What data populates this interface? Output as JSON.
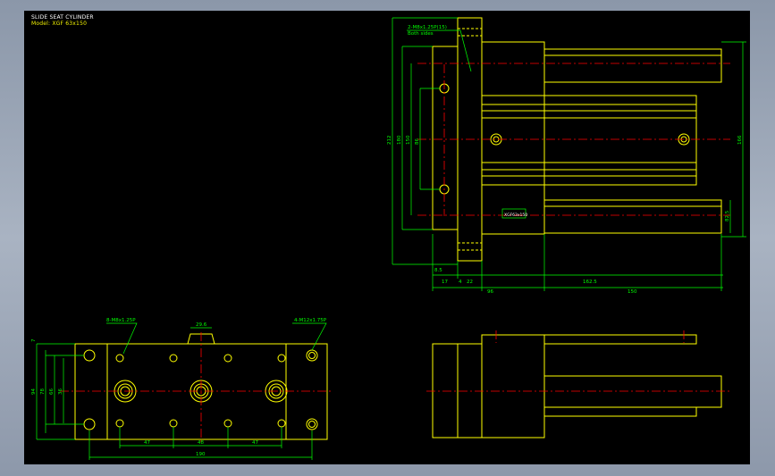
{
  "title_block": {
    "line1": "SLIDE SEAT CYLINDER",
    "line2": "Model: XGF 63x150"
  },
  "colors": {
    "viewport_bg": "#000000",
    "outline": "#ffff00",
    "dimension": "#00ff00",
    "centerline": "#ff0000",
    "label_box": "#00ff00"
  },
  "top_view": {
    "callout_1": "2-M8x1.25P(15)",
    "callout_2": "Both sides",
    "vertical_dims": [
      "212",
      "180",
      "150",
      "86"
    ],
    "right_dims": [
      "166",
      "82.5"
    ],
    "bottom_dims_row1": [
      "17",
      "4",
      "22"
    ],
    "bottom_dims_row2": [
      "96",
      "162.5",
      "150"
    ],
    "small_dim": "8.5",
    "nameplate": "XGF63x150"
  },
  "front_view": {
    "callout_left": "8-M8x1.25P",
    "callout_right": "4-M12x1.75P",
    "top_dim": "29.6",
    "left_dims": [
      "7",
      "94",
      "78",
      "66",
      "36"
    ],
    "bottom_dims": [
      "47",
      "48",
      "47"
    ],
    "overall_width": "190"
  },
  "icons": [
    "cad-title-block",
    "hole-circle",
    "center-line",
    "dimension-line"
  ]
}
